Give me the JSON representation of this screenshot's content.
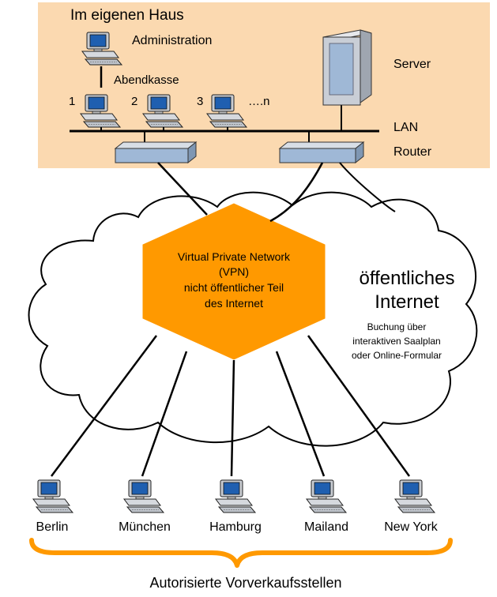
{
  "colors": {
    "house_fill": "#fbd9b0",
    "vpn_fill": "#ff9900",
    "brace_color": "#ff9900",
    "device_fill": "#9fb8d6",
    "screen_fill": "#1f5fb0",
    "line_color": "#000000"
  },
  "house": {
    "title": "Im eigenen Haus",
    "administration": "Administration",
    "abendkasse": "Abendkasse",
    "server": "Server",
    "lan": "LAN",
    "router": "Router",
    "terminals": [
      {
        "label": "1"
      },
      {
        "label": "2"
      },
      {
        "label": "3"
      },
      {
        "label": "….n"
      }
    ]
  },
  "vpn": {
    "lines": [
      "Virtual Private Network",
      "(VPN)",
      "nicht öffentlicher Teil",
      "des Internet"
    ]
  },
  "internet": {
    "title_lines": [
      "öffentliches",
      "Internet"
    ],
    "note_lines": [
      "Buchung über",
      "interaktiven Saalplan",
      "oder Online-Formular"
    ]
  },
  "outlets": {
    "cities": [
      "Berlin",
      "München",
      "Hamburg",
      "Mailand",
      "New York"
    ],
    "caption": "Autorisierte Vorverkaufsstellen"
  },
  "icons": [
    "workstation-icon",
    "server-tower-icon",
    "router-icon",
    "cloud-icon"
  ]
}
